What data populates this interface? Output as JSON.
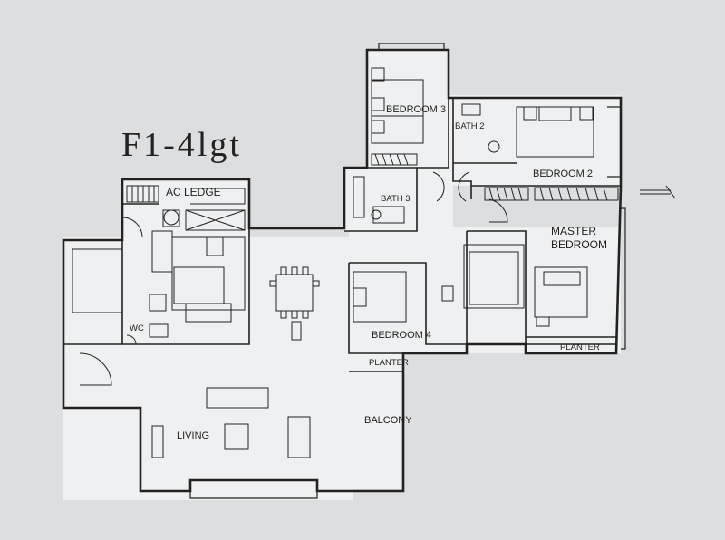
{
  "plan": {
    "title": "F1-4lgt",
    "rooms": {
      "bedroom3": "BEDROOM 3",
      "bath2": "BATH 2",
      "bedroom2": "BEDROOM 2",
      "ac_ledge": "AC LEDGE",
      "bath3": "BATH 3",
      "master_line1": "MASTER",
      "master_line2": "BEDROOM",
      "wc": "WC",
      "bedroom4": "BEDROOM 4",
      "planter_balcony": "PLANTER",
      "planter_master": "PLANTER",
      "balcony": "BALCONY",
      "living": "LIVING"
    },
    "colors": {
      "background": "#dcdee0",
      "floor": "#f0f1f2",
      "wall": "#222222"
    }
  }
}
